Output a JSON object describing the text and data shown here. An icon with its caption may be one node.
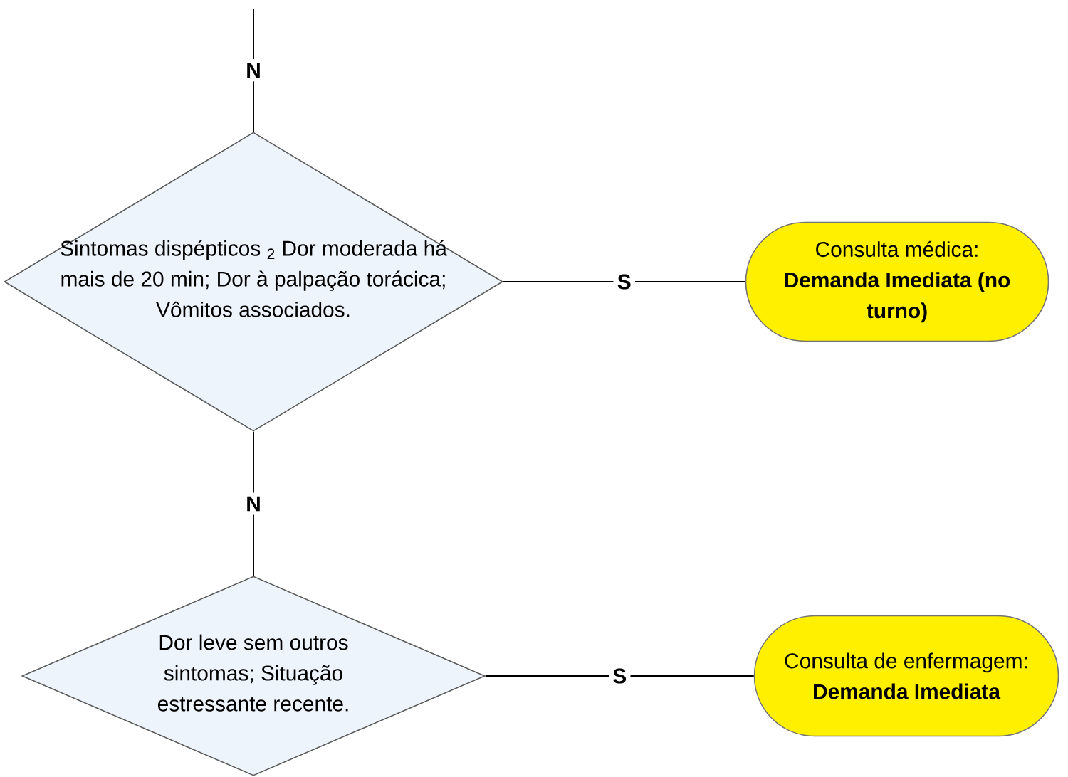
{
  "diagram": {
    "nodes": [
      {
        "text": [
          "Sintomas dispépticos $_{2}$ Dor moderada há mais de 20 min; Dor à palpação torácica; Vômitos associados."
        ]
      },
      {
        "text": [
          "Consulta médica:",
          "Demanda Imediata (no turno)"
        ]
      },
      {
        "text": [
          "Dor leve sem outros sintomas; Situação estressante recente."
        ]
      },
      {
        "text": [
          "Consulta de enfermagem:",
          "Demanda Imediata"
        ]
      }
    ],
    "edges": [
      {
        "from": null,
        "to": 0,
        "arrow": "none",
        "label": "N"
      },
      {
        "from": 0,
        "to": 1,
        "arrow": "none",
        "label": "S"
      },
      {
        "from": 0,
        "to": 2,
        "arrow": "none",
        "label": "N"
      },
      {
        "from": 2,
        "to": 3,
        "arrow": "none",
        "label": "S"
      }
    ]
  }
}
